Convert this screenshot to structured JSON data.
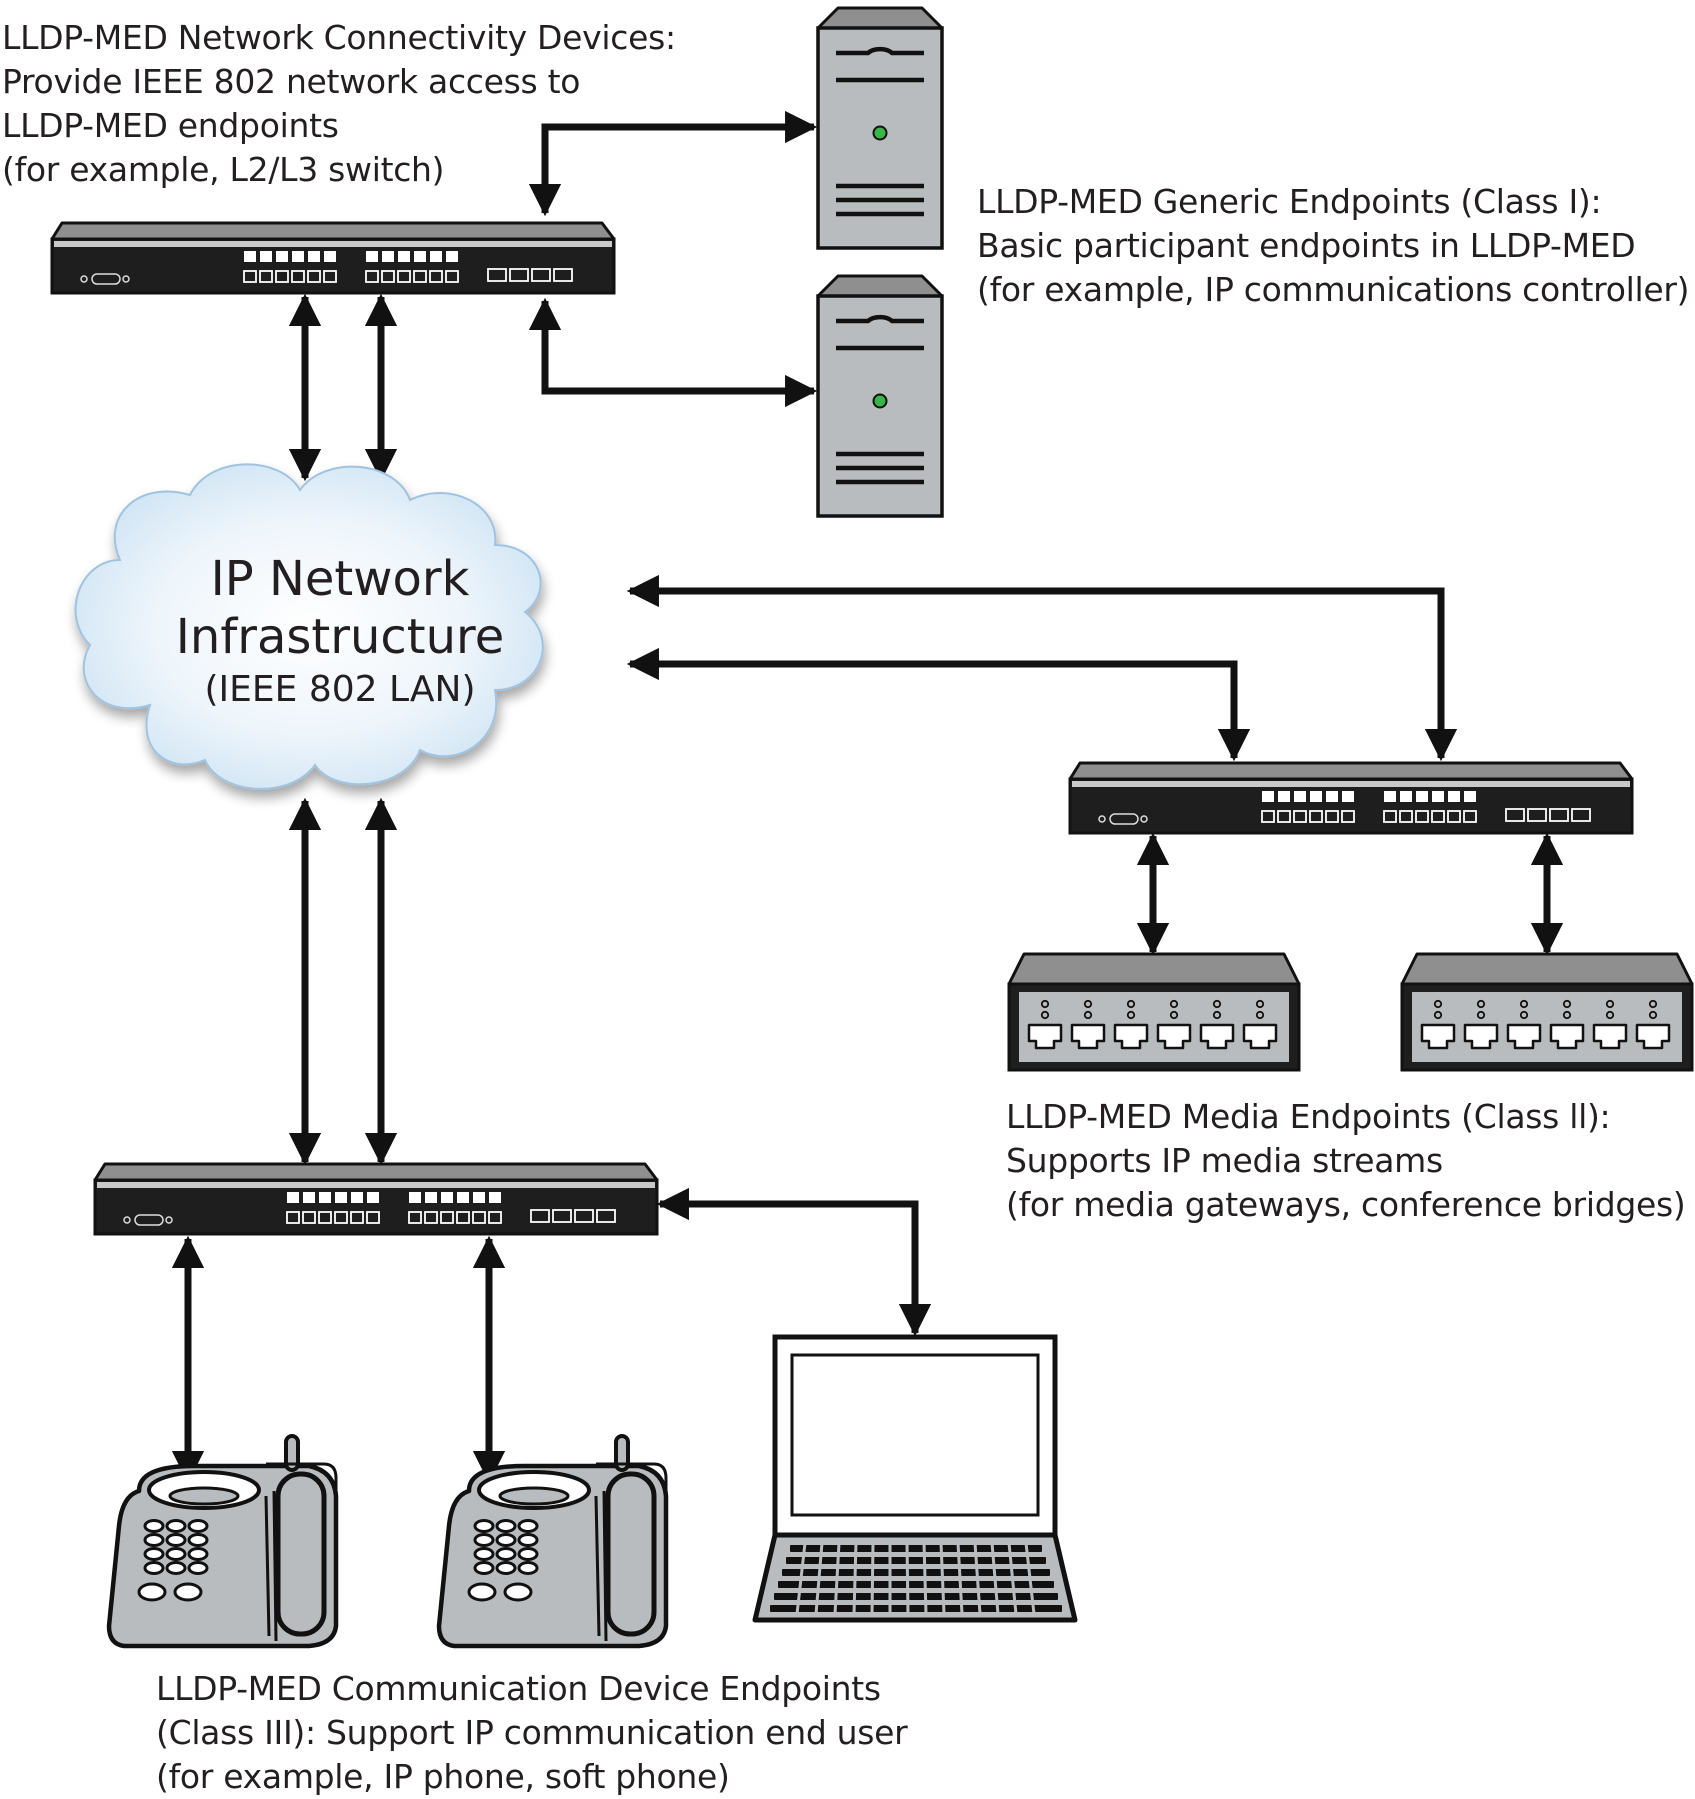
{
  "colors": {
    "line": "#111111",
    "device_body": "#1e1e1e",
    "device_top": "#8f8f8f",
    "device_gray": "#b9bcbe",
    "cloud_light": "#eef5fb",
    "cloud_dark": "#c9e1f3",
    "led_green": "#39b54a"
  },
  "cloud": {
    "line1": "IP Network",
    "line2": "Infrastructure",
    "line3": "(IEEE 802 LAN)"
  },
  "captions": {
    "connectivity": {
      "line1": "LLDP-MED Network Connectivity Devices:",
      "line2": "Provide IEEE 802 network access to",
      "line3": "LLDP-MED endpoints",
      "line4": "(for example, L2/L3 switch)"
    },
    "generic": {
      "line1": "LLDP-MED Generic Endpoints (Class I):",
      "line2": "Basic participant endpoints in LLDP-MED",
      "line3": "(for example, IP communications controller)"
    },
    "media": {
      "line1": "LLDP-MED Media Endpoints (Class ll):",
      "line2": "Supports IP media streams",
      "line3": "(for media gateways, conference bridges)"
    },
    "communication": {
      "line1": "LLDP-MED Communication Device Endpoints",
      "line2": "(Class III): Support IP communication end user",
      "line3": "(for example, IP phone, soft phone)"
    }
  },
  "icons": {
    "switch": "network-switch-icon",
    "server": "server-tower-icon",
    "cloud": "cloud-icon",
    "media_device": "media-gateway-icon",
    "phone": "ip-phone-icon",
    "laptop": "laptop-icon"
  }
}
